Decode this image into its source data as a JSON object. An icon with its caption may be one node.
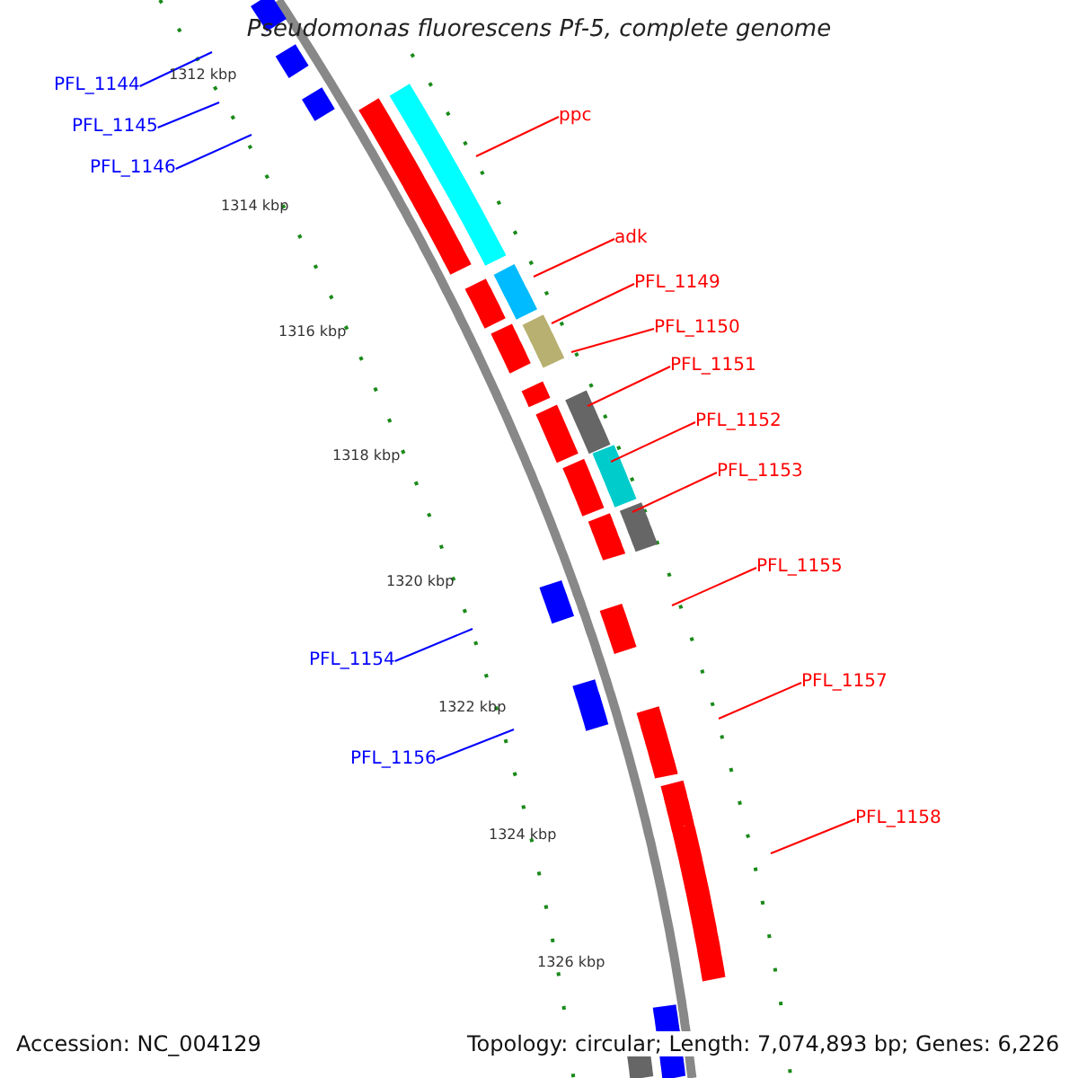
{
  "diagram": {
    "title": "Pseudomonas fluorescens Pf-5, complete genome",
    "nodes": [
      {
        "text": [
          "PFL_1144"
        ]
      },
      {
        "text": [
          "PFL_1145"
        ]
      },
      {
        "text": [
          "PFL_1146"
        ]
      },
      {
        "text": [
          "ppc"
        ]
      },
      {
        "text": [
          "adk"
        ]
      },
      {
        "text": [
          "PFL_1149"
        ]
      },
      {
        "text": [
          "PFL_1150"
        ]
      },
      {
        "text": [
          "PFL_1151"
        ]
      },
      {
        "text": [
          "PFL_1152"
        ]
      },
      {
        "text": [
          "PFL_1153"
        ]
      },
      {
        "text": [
          "PFL_1154"
        ]
      },
      {
        "text": [
          "PFL_1155"
        ]
      },
      {
        "text": [
          "PFL_1156"
        ]
      },
      {
        "text": [
          "PFL_1157"
        ]
      },
      {
        "text": [
          "PFL_1158"
        ]
      }
    ],
    "edges": [
      {
        "from": 0,
        "to": null,
        "arrow": "none",
        "color": "#0000ff"
      },
      {
        "from": 1,
        "to": null,
        "arrow": "none",
        "color": "#0000ff"
      },
      {
        "from": 2,
        "to": null,
        "arrow": "none",
        "color": "#0000ff"
      },
      {
        "from": 3,
        "to": null,
        "arrow": "none"
      },
      {
        "from": 4,
        "to": null,
        "arrow": "none"
      },
      {
        "from": 5,
        "to": null,
        "arrow": "none"
      },
      {
        "from": 6,
        "to": null,
        "arrow": "none"
      },
      {
        "from": 7,
        "to": null,
        "arrow": "none"
      },
      {
        "from": 8,
        "to": null,
        "arrow": "none"
      },
      {
        "from": 9,
        "to": null,
        "arrow": "none"
      },
      {
        "from": 10,
        "to": null,
        "arrow": "none",
        "color": "#0000ff"
      },
      {
        "from": 11,
        "to": null,
        "arrow": "none"
      },
      {
        "from": 12,
        "to": null,
        "arrow": "none",
        "color": "#0000ff"
      },
      {
        "from": 13,
        "to": null,
        "arrow": "none"
      },
      {
        "from": 14,
        "to": null,
        "arrow": "none"
      }
    ],
    "labels": [
      "1312 kbp",
      "1314 kbp",
      "1316 kbp",
      "1318 kbp",
      "1320 kbp",
      "1322 kbp",
      "1324 kbp",
      "1326 kbp",
      "Accession: NC_004129",
      "Topology: circular; Length: 7,074,893 bp; Genes: 6,226"
    ]
  }
}
